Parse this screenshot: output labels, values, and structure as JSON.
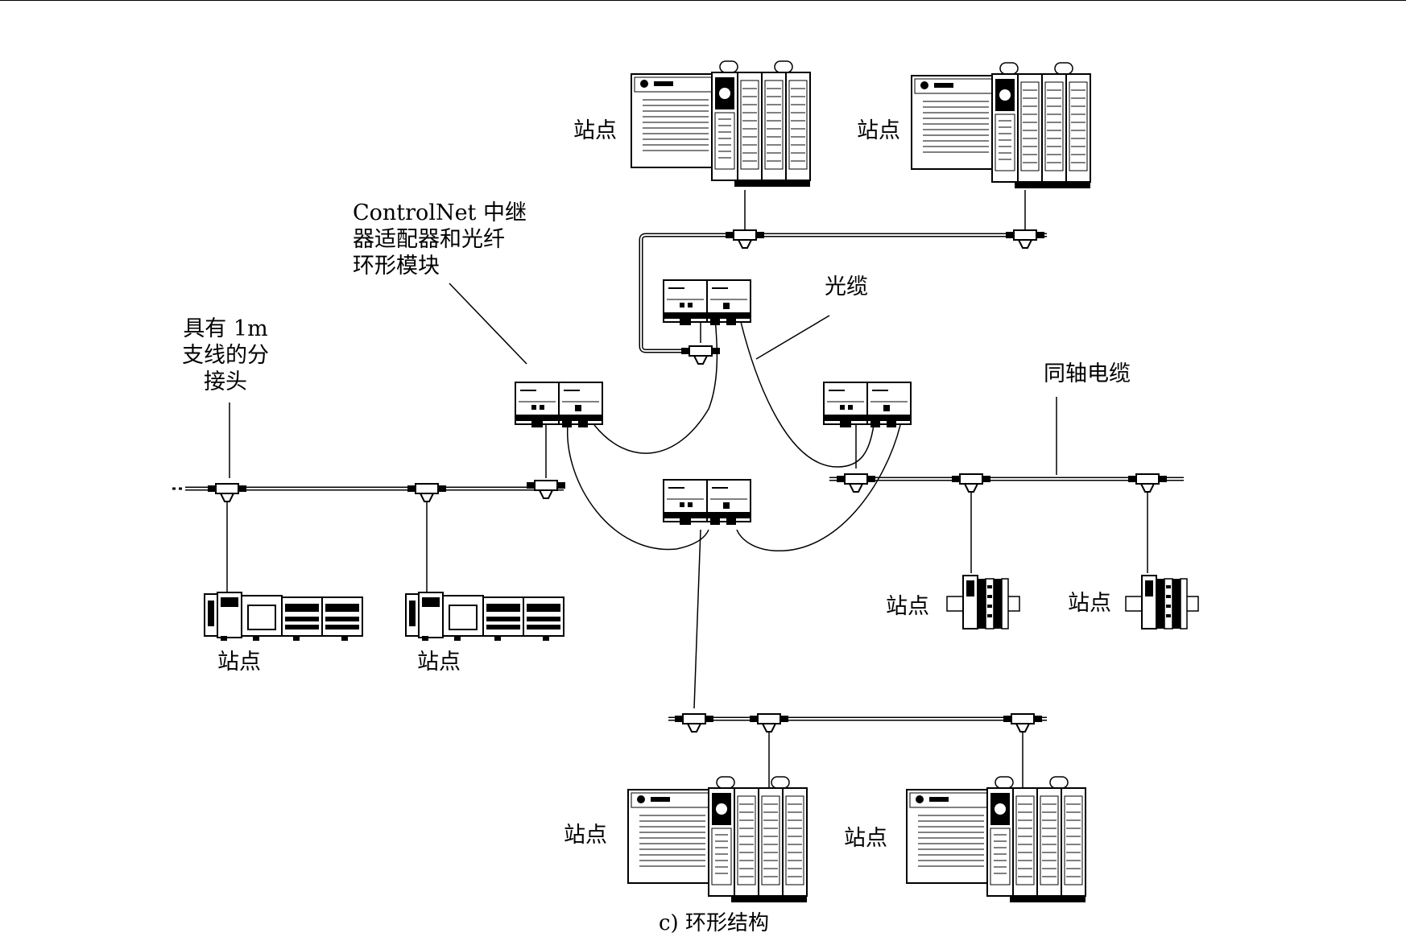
{
  "labels": {
    "station": "站点",
    "repeater": "ControlNet 中继\n器适配器和光纤\n环形模块",
    "tap": "具有 1m\n支线的分\n接头",
    "fiber": "光缆",
    "coax": "同轴电缆",
    "caption": "c) 环形结构"
  }
}
